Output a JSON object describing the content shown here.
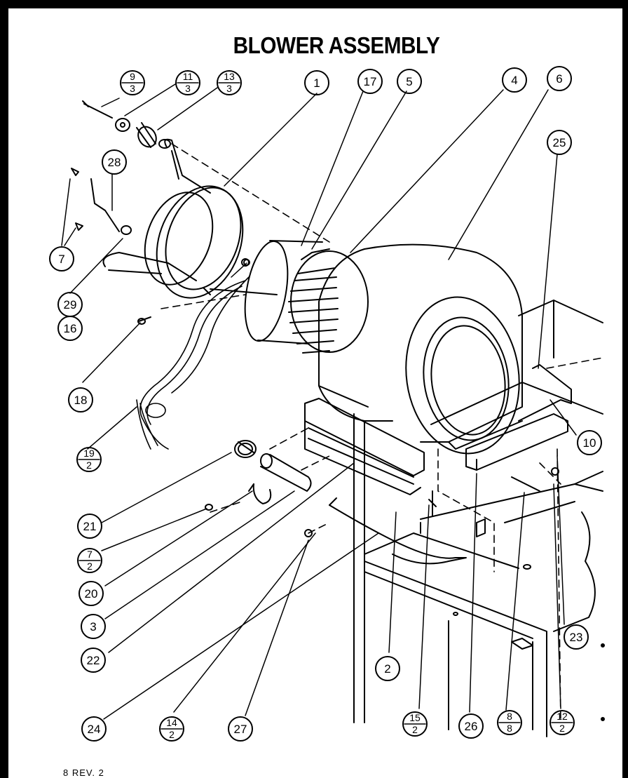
{
  "title": "BLOWER ASSEMBLY",
  "footer": "8 REV. 2",
  "callouts": [
    {
      "id": "c1",
      "label": "1"
    },
    {
      "id": "c17",
      "label": "17"
    },
    {
      "id": "c5",
      "label": "5"
    },
    {
      "id": "c4",
      "label": "4"
    },
    {
      "id": "c6",
      "label": "6"
    },
    {
      "id": "c25",
      "label": "25"
    },
    {
      "id": "c28",
      "label": "28"
    },
    {
      "id": "c7",
      "label": "7"
    },
    {
      "id": "c29",
      "label": "29"
    },
    {
      "id": "c16",
      "label": "16"
    },
    {
      "id": "c18",
      "label": "18"
    },
    {
      "id": "c10",
      "label": "10"
    },
    {
      "id": "c21",
      "label": "21"
    },
    {
      "id": "c20",
      "label": "20"
    },
    {
      "id": "c3",
      "label": "3"
    },
    {
      "id": "c22",
      "label": "22"
    },
    {
      "id": "c2",
      "label": "2"
    },
    {
      "id": "c23",
      "label": "23"
    },
    {
      "id": "c24",
      "label": "24"
    },
    {
      "id": "c27",
      "label": "27"
    },
    {
      "id": "c26",
      "label": "26"
    }
  ],
  "fraction_callouts": [
    {
      "id": "f9_3",
      "top": "9",
      "bottom": "3"
    },
    {
      "id": "f11_3",
      "top": "11",
      "bottom": "3"
    },
    {
      "id": "f13_3",
      "top": "13",
      "bottom": "3"
    },
    {
      "id": "f19_2",
      "top": "19",
      "bottom": "2"
    },
    {
      "id": "f7_2",
      "top": "7",
      "bottom": "2"
    },
    {
      "id": "f14_2",
      "top": "14",
      "bottom": "2"
    },
    {
      "id": "f15_2",
      "top": "15",
      "bottom": "2"
    },
    {
      "id": "f8_8",
      "top": "8",
      "bottom": "8"
    },
    {
      "id": "f12_2",
      "top": "12",
      "bottom": "2"
    }
  ]
}
